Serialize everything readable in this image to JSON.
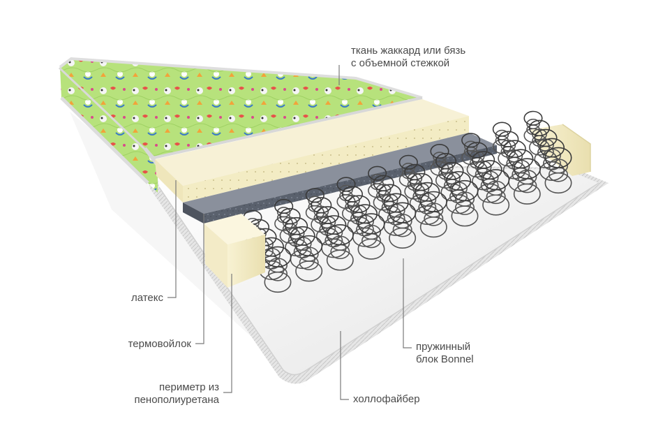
{
  "labels": {
    "fabric": [
      "ткань жаккард или бязь",
      "с объемной стежкой"
    ],
    "latex": "латекс",
    "felt": "термовойлок",
    "perimeter": [
      "периметр из",
      "пенополиуретана"
    ],
    "springs": [
      "пружинный",
      "блок Bonnel"
    ],
    "hollofiber": "холлофайбер"
  },
  "colors": {
    "fabric_green": "#b5e27a",
    "latex": "#f4edc6",
    "felt": "#5b6270",
    "hollofiber": "#f2f2f2",
    "leader_line": "#7a7a7a",
    "label_text": "#4a4a4a"
  }
}
